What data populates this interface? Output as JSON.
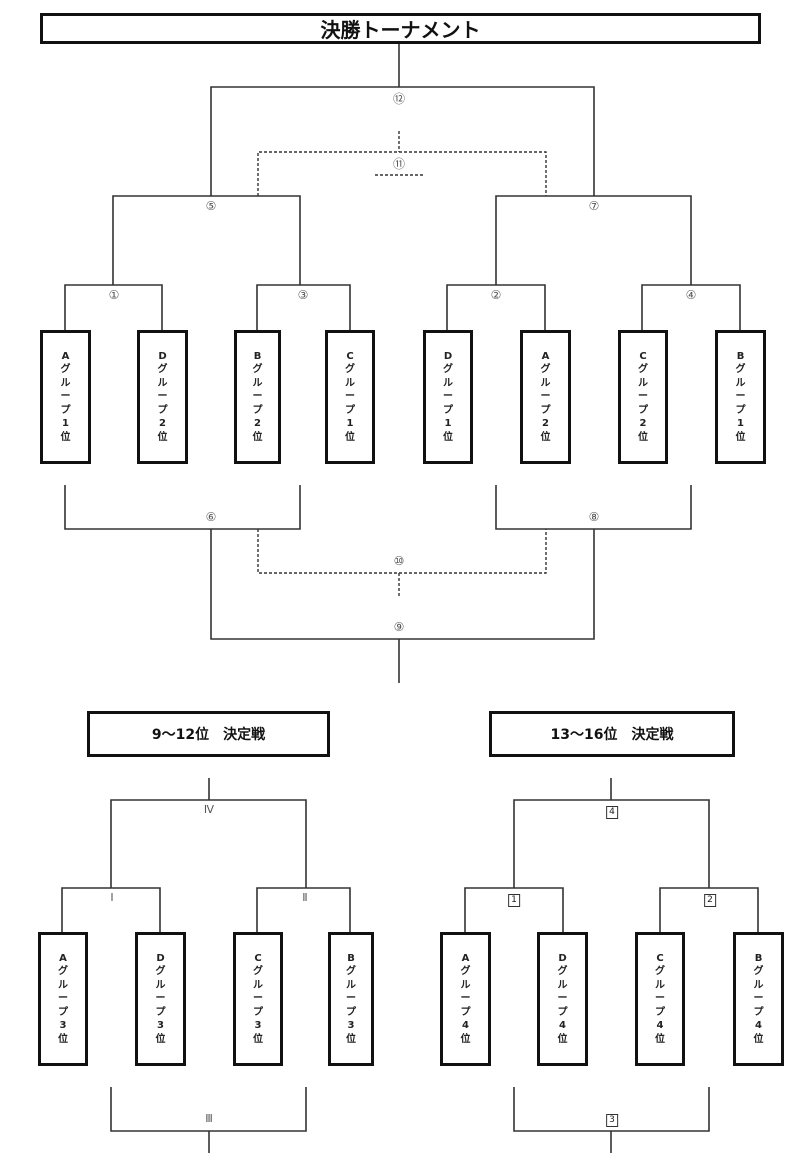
{
  "main": {
    "title": "決勝トーナメント",
    "matches": {
      "m1": "①",
      "m2": "②",
      "m3": "③",
      "m4": "④",
      "m5": "⑤",
      "m6": "⑥",
      "m7": "⑦",
      "m8": "⑧",
      "m9": "⑨",
      "m10": "⑩",
      "m11": "⑪",
      "m12": "⑫"
    },
    "teams": [
      [
        "A",
        "グ",
        "ル",
        "ー",
        "プ",
        "1",
        "位"
      ],
      [
        "D",
        "グ",
        "ル",
        "ー",
        "プ",
        "2",
        "位"
      ],
      [
        "B",
        "グ",
        "ル",
        "ー",
        "プ",
        "2",
        "位"
      ],
      [
        "C",
        "グ",
        "ル",
        "ー",
        "プ",
        "1",
        "位"
      ],
      [
        "D",
        "グ",
        "ル",
        "ー",
        "プ",
        "1",
        "位"
      ],
      [
        "A",
        "グ",
        "ル",
        "ー",
        "プ",
        "2",
        "位"
      ],
      [
        "C",
        "グ",
        "ル",
        "ー",
        "プ",
        "2",
        "位"
      ],
      [
        "B",
        "グ",
        "ル",
        "ー",
        "プ",
        "1",
        "位"
      ]
    ]
  },
  "lower_left": {
    "title": "9〜12位　決定戦",
    "matches": {
      "m1": "Ⅰ",
      "m2": "Ⅱ",
      "m3": "Ⅲ",
      "m4": "Ⅳ"
    },
    "teams": [
      [
        "A",
        "グ",
        "ル",
        "ー",
        "プ",
        "3",
        "位"
      ],
      [
        "D",
        "グ",
        "ル",
        "ー",
        "プ",
        "3",
        "位"
      ],
      [
        "C",
        "グ",
        "ル",
        "ー",
        "プ",
        "3",
        "位"
      ],
      [
        "B",
        "グ",
        "ル",
        "ー",
        "プ",
        "3",
        "位"
      ]
    ]
  },
  "lower_right": {
    "title": "13〜16位　決定戦",
    "matches": {
      "m1": "1",
      "m2": "2",
      "m3": "3",
      "m4": "4"
    },
    "teams": [
      [
        "A",
        "グ",
        "ル",
        "ー",
        "プ",
        "4",
        "位"
      ],
      [
        "D",
        "グ",
        "ル",
        "ー",
        "プ",
        "4",
        "位"
      ],
      [
        "C",
        "グ",
        "ル",
        "ー",
        "プ",
        "4",
        "位"
      ],
      [
        "B",
        "グ",
        "ル",
        "ー",
        "プ",
        "4",
        "位"
      ]
    ]
  }
}
